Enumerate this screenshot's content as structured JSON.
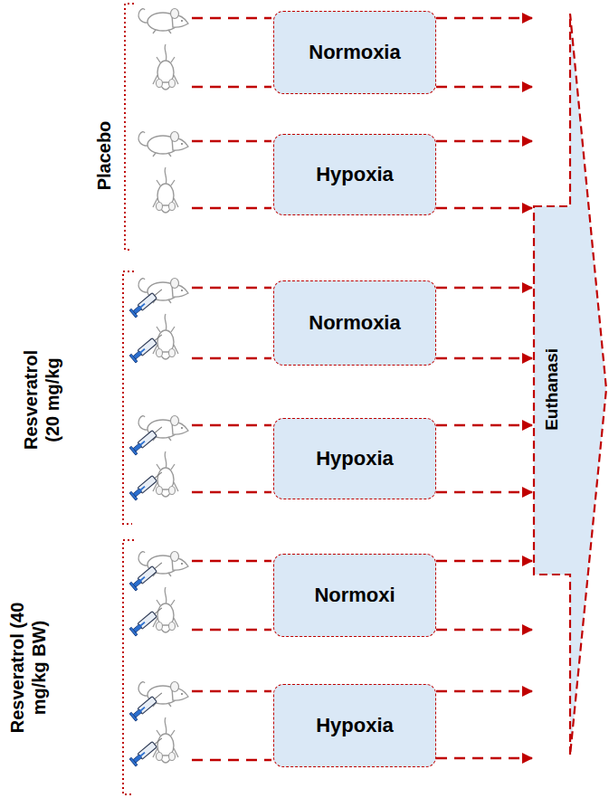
{
  "diagram": {
    "nodes": [
      {
        "text": [
          "Normoxia"
        ]
      },
      {
        "text": [
          "Hypoxia"
        ]
      },
      {
        "text": [
          "Normoxia"
        ]
      },
      {
        "text": [
          "Hypoxia"
        ]
      },
      {
        "text": [
          "Normoxi"
        ]
      },
      {
        "text": [
          "Hypoxia"
        ]
      },
      {
        "text": [
          "Euthanasi"
        ]
      }
    ],
    "edges": [
      {
        "from": 0,
        "to": 6,
        "arrow": "to"
      },
      {
        "from": 0,
        "to": 6,
        "arrow": "to"
      },
      {
        "from": 1,
        "to": 6,
        "arrow": "to"
      },
      {
        "from": 1,
        "to": 6,
        "arrow": "to"
      },
      {
        "from": 2,
        "to": 6,
        "arrow": "to"
      },
      {
        "from": 2,
        "to": 6,
        "arrow": "to"
      },
      {
        "from": 3,
        "to": 6,
        "arrow": "to"
      },
      {
        "from": 3,
        "to": 6,
        "arrow": "to"
      },
      {
        "from": 4,
        "to": 6,
        "arrow": "to"
      },
      {
        "from": 4,
        "to": 6,
        "arrow": "to"
      },
      {
        "from": 5,
        "to": 6,
        "arrow": "to"
      },
      {
        "from": 5,
        "to": 6,
        "arrow": "to"
      }
    ],
    "labels": [
      "Placebo",
      "Resveratrol (20 mg/kg",
      "Resveratrol (40 mg/kg BW)"
    ]
  }
}
